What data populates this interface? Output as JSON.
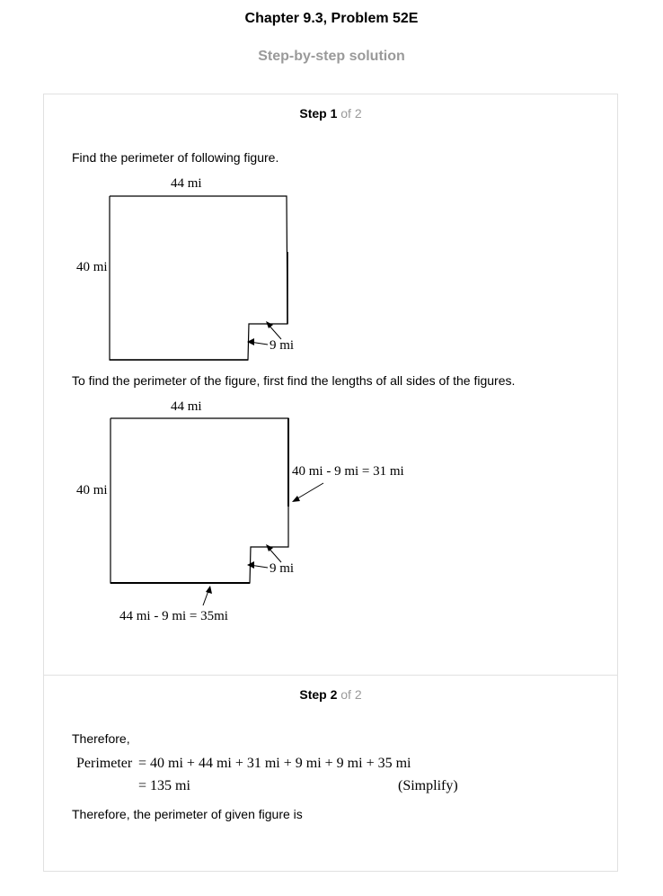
{
  "header": {
    "title": "Chapter 9.3, Problem 52E",
    "subtitle": "Step-by-step solution"
  },
  "step1": {
    "label": "Step 1",
    "of": "of 2",
    "intro": "Find the perimeter of following figure.",
    "explain": "To find the perimeter of the figure, first find the lengths of all sides of the figures.",
    "fig1": {
      "top": "44 mi",
      "left": "40 mi",
      "notch": "9 mi"
    },
    "fig2": {
      "top": "44 mi",
      "left": "40 mi",
      "notch": "9 mi",
      "right": "40 mi - 9 mi = 31 mi",
      "bottom": "44 mi - 9 mi = 35mi"
    }
  },
  "step2": {
    "label": "Step 2",
    "of": "of 2",
    "therefore": "Therefore,",
    "perimeter_label": "Perimeter",
    "line1": "= 40 mi + 44 mi + 31 mi + 9 mi + 9 mi + 35 mi",
    "line2": "= 135 mi",
    "simplify": "(Simplify)",
    "conclusion": "Therefore, the perimeter of given figure is"
  }
}
